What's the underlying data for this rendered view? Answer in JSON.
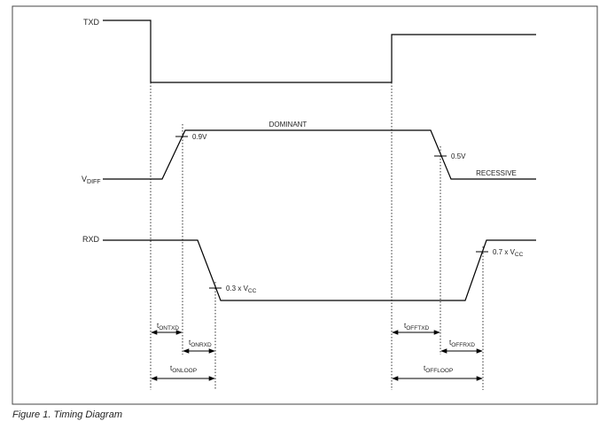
{
  "signals": {
    "txd": "TXD",
    "vdiff_main": "V",
    "vdiff_sub": "DIFF",
    "rxd": "RXD"
  },
  "states": {
    "dominant": "DOMINANT",
    "recessive": "RECESSIVE"
  },
  "thresholds": {
    "vdiff_rise": "0.9V",
    "vdiff_fall": "0.5V",
    "rxd_fall_main": "0.3 x V",
    "rxd_fall_sub": "CC",
    "rxd_rise_main": "0.7 x V",
    "rxd_rise_sub": "CC"
  },
  "timings": {
    "t_ontxd_main": "t",
    "t_ontxd_sub": "ONTXD",
    "t_onrxd_main": "t",
    "t_onrxd_sub": "ONRXD",
    "t_onloop_main": "t",
    "t_onloop_sub": "ONLOOP",
    "t_offtxd_main": "t",
    "t_offtxd_sub": "OFFTXD",
    "t_offrxd_main": "t",
    "t_offrxd_sub": "OFFRXD",
    "t_offloop_main": "t",
    "t_offloop_sub": "OFFLOOP"
  },
  "caption": "Figure 1. Timing Diagram"
}
